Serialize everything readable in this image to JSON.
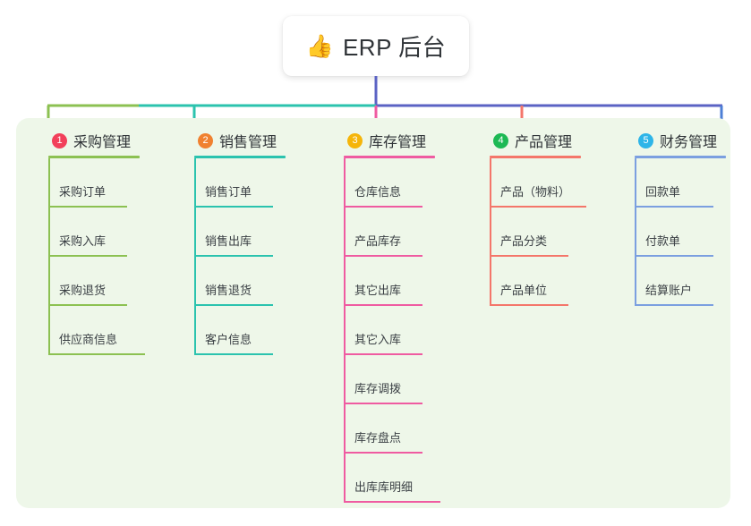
{
  "root": {
    "icon": "thumbs-up-icon",
    "emoji": "👍",
    "title": "ERP 后台"
  },
  "theme": {
    "panel_bg": "#eef7e9",
    "page_bg": "#ffffff",
    "root_trunk": "#5b63c4",
    "text": "#3a3f44"
  },
  "columns": [
    {
      "number": "1",
      "title": "采购管理",
      "badge_color": "#f2405a",
      "line_color": "#8cc152",
      "leaves": [
        {
          "label": "采购订单",
          "wide": false
        },
        {
          "label": "采购入库",
          "wide": false
        },
        {
          "label": "采购退货",
          "wide": false
        },
        {
          "label": "供应商信息",
          "wide": true
        }
      ]
    },
    {
      "number": "2",
      "title": "销售管理",
      "badge_color": "#f08130",
      "line_color": "#2bc3ae",
      "leaves": [
        {
          "label": "销售订单",
          "wide": false
        },
        {
          "label": "销售出库",
          "wide": false
        },
        {
          "label": "销售退货",
          "wide": false
        },
        {
          "label": "客户信息",
          "wide": false
        }
      ]
    },
    {
      "number": "3",
      "title": "库存管理",
      "badge_color": "#f5b50a",
      "line_color": "#ef5ba1",
      "leaves": [
        {
          "label": "仓库信息",
          "wide": false
        },
        {
          "label": "产品库存",
          "wide": false
        },
        {
          "label": "其它出库",
          "wide": false
        },
        {
          "label": "其它入库",
          "wide": false
        },
        {
          "label": "库存调拨",
          "wide": false
        },
        {
          "label": "库存盘点",
          "wide": false
        },
        {
          "label": "出库库明细",
          "wide": true
        }
      ]
    },
    {
      "number": "4",
      "title": "产品管理",
      "badge_color": "#1db954",
      "line_color": "#f4766a",
      "leaves": [
        {
          "label": "产品（物料）",
          "wide": true
        },
        {
          "label": "产品分类",
          "wide": false
        },
        {
          "label": "产品单位",
          "wide": false
        }
      ]
    },
    {
      "number": "5",
      "title": "财务管理",
      "badge_color": "#2eb5e8",
      "line_color": "#7b9fe0",
      "leaves": [
        {
          "label": "回款单",
          "wide": false
        },
        {
          "label": "付款单",
          "wide": false
        },
        {
          "label": "结算账户",
          "wide": false
        }
      ]
    }
  ],
  "connectors": {
    "trunk_color": "#5b63c4",
    "bus_left_color": "#8cc152",
    "bus_mid_color": "#2bc3ae",
    "bus_right_color": "#5b63c4",
    "drop_colors": [
      "#8cc152",
      "#2bc3ae",
      "#ef5ba1",
      "#f4766a",
      "#4d7fd6"
    ]
  }
}
